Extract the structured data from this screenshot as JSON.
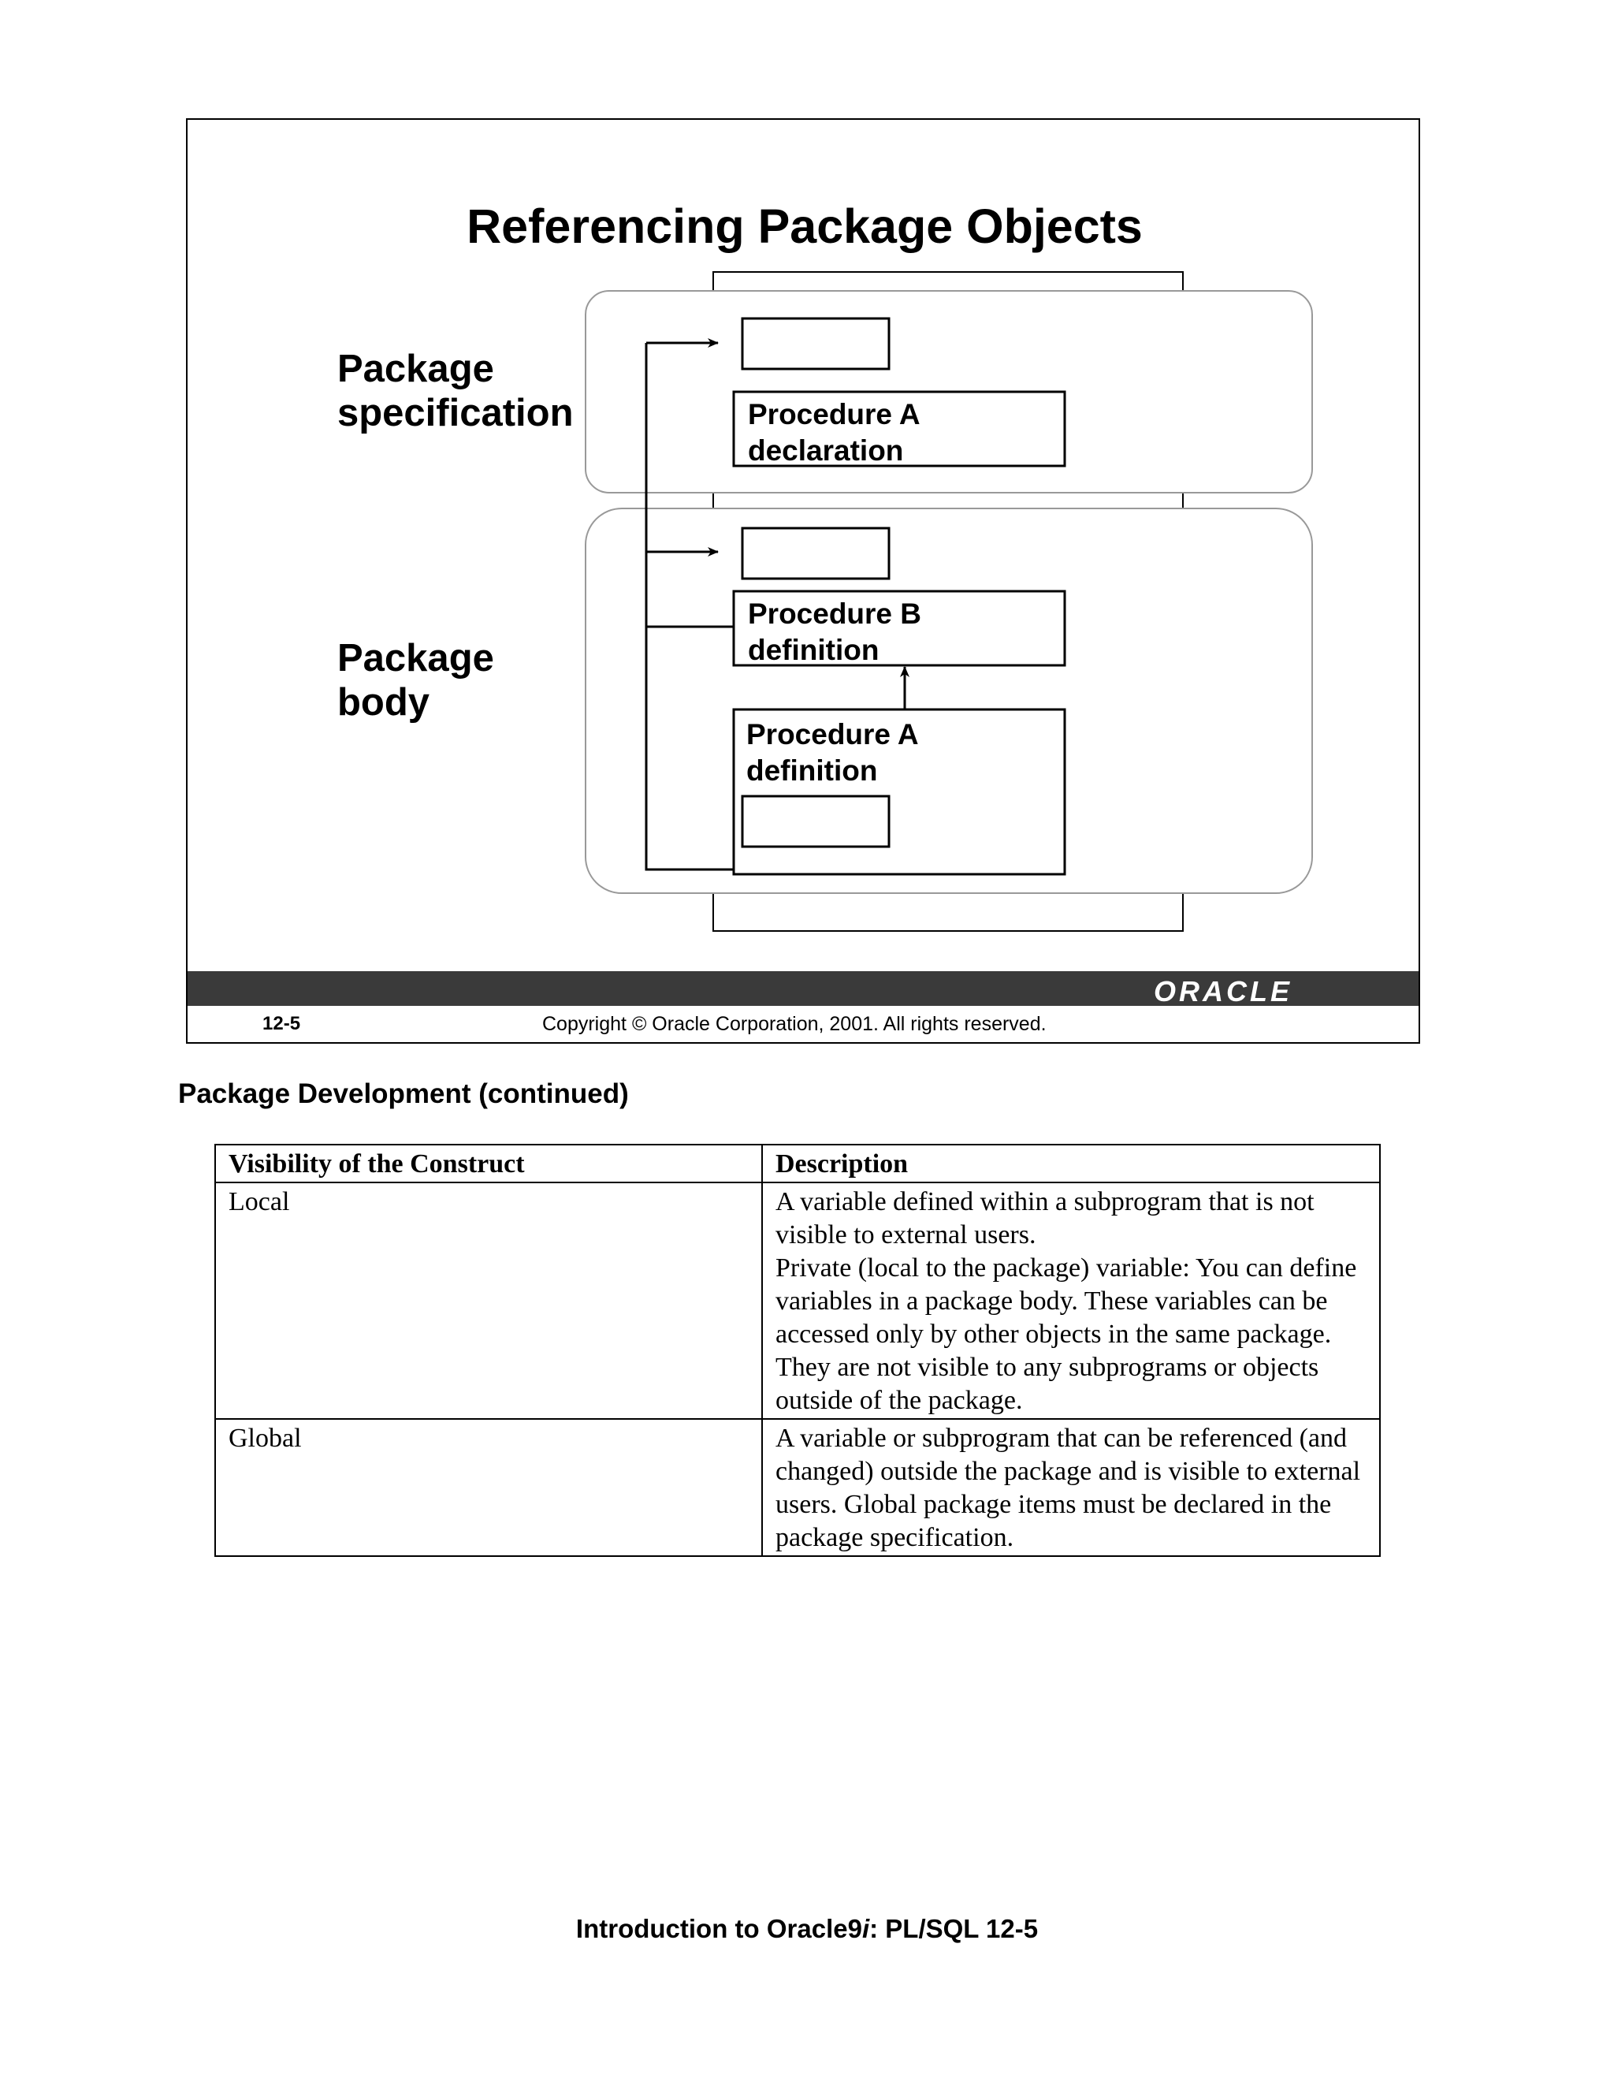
{
  "slide": {
    "title": "Referencing Package Objects",
    "labels": {
      "spec": "Package\nspecification",
      "body": "Package\nbody"
    },
    "boxes": {
      "proc_a_declaration": [
        "Procedure A",
        "declaration"
      ],
      "proc_b_definition": [
        "Procedure B",
        "definition"
      ],
      "proc_a_definition": [
        "Procedure A",
        "definition"
      ]
    },
    "logo": "ORACLE",
    "slide_number": "12-5",
    "copyright": "Copyright © Oracle Corporation, 2001. All rights reserved."
  },
  "section_heading": "Package Development (continued)",
  "table": {
    "headers": [
      "Visibility of  the Construct",
      "Description"
    ],
    "rows": [
      {
        "visibility": "Local",
        "description": "A variable defined within a subprogram that is not visible to external users.\nPrivate (local to the package) variable: You can define variables in a package body. These variables can be accessed only by other objects in the same package. They are not visible to any subprograms or objects outside of the package."
      },
      {
        "visibility": "Global",
        "description": "A variable or subprogram that can be referenced (and changed) outside the package and is visible to external users. Global package items must be declared in the package specification."
      }
    ]
  },
  "page_footer": {
    "prefix": "Introduction to Oracle9",
    "italic": "i",
    "suffix": ": PL/SQL 12-5"
  }
}
